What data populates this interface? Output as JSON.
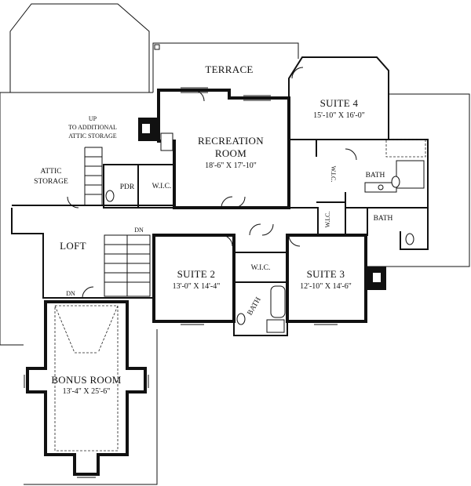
{
  "rooms": {
    "terrace": {
      "name": "TERRACE"
    },
    "recreation": {
      "name_line1": "RECREATION",
      "name_line2": "ROOM",
      "dims": "18'-6\" X 17'-10\""
    },
    "suite4": {
      "name": "SUITE 4",
      "dims": "15'-10\" X 16'-0\""
    },
    "suite2": {
      "name": "SUITE 2",
      "dims": "13'-0\" X 14'-4\""
    },
    "suite3": {
      "name": "SUITE 3",
      "dims": "12'-10\" X 14'-6\""
    },
    "bonus": {
      "name": "BONUS ROOM",
      "dims": "13'-4\" X 25'-6\""
    },
    "loft": {
      "name": "LOFT"
    },
    "pdr": {
      "name": "PDR"
    },
    "wic_rec": {
      "name": "W.I.C."
    },
    "wic_suite2": {
      "name": "W.I.C."
    },
    "wic_suite4": {
      "name": "W.I.C."
    },
    "wic_suite3": {
      "name": "W.I.C."
    },
    "bath_suite4": {
      "name": "BATH"
    },
    "bath_suite3": {
      "name": "BATH"
    },
    "bath_suite2": {
      "name": "BATH"
    }
  },
  "notes": {
    "attic_up_line1": "UP",
    "attic_up_line2": "TO ADDITIONAL",
    "attic_up_line3": "ATTIC STORAGE",
    "attic_storage_line1": "ATTIC",
    "attic_storage_line2": "STORAGE",
    "dn_stair": "DN",
    "dn_bonus": "DN"
  },
  "colors": {
    "wall": "#111111",
    "background": "#ffffff"
  }
}
